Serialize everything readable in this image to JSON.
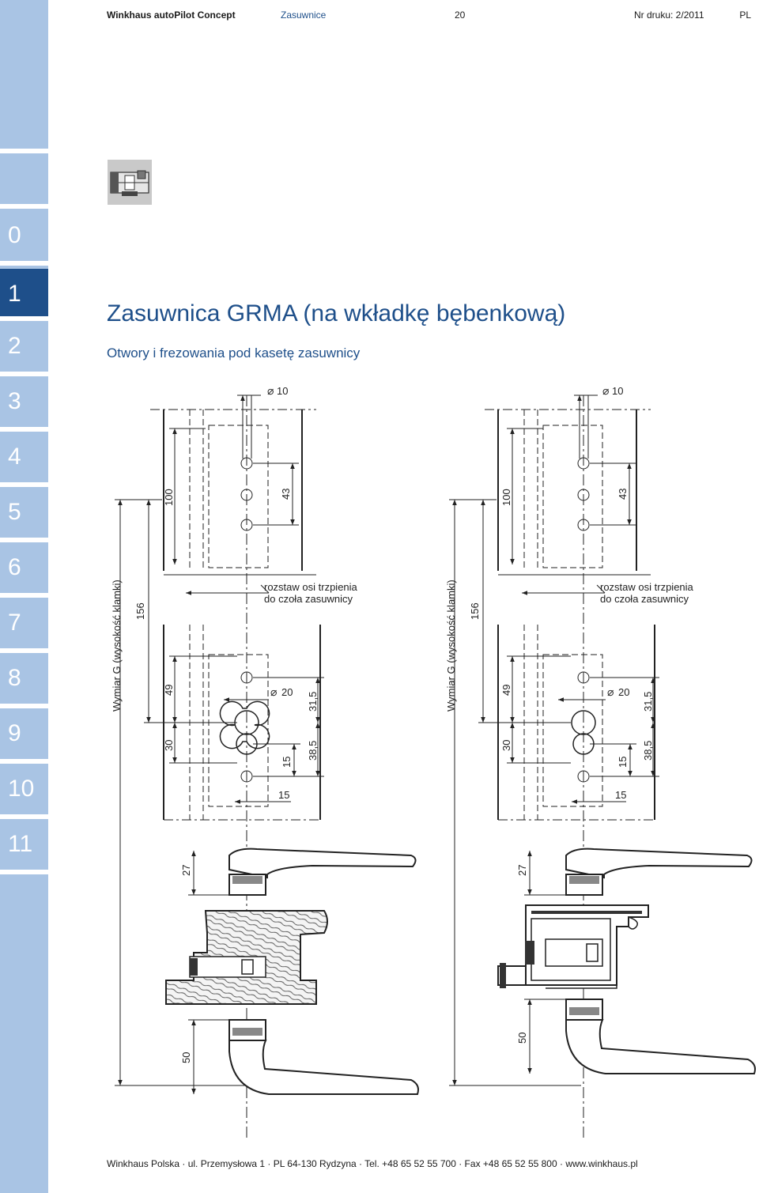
{
  "header": {
    "brand": "Winkhaus autoPilot Concept",
    "section": "Zasuwnice",
    "page_number": "20",
    "print_ref": "Nr druku: 2/2011",
    "lang": "PL"
  },
  "sidebar": {
    "tabs": [
      {
        "label": "0",
        "active": false
      },
      {
        "label": "1",
        "active": true
      },
      {
        "label": "2",
        "active": false
      },
      {
        "label": "3",
        "active": false
      },
      {
        "label": "4",
        "active": false
      },
      {
        "label": "5",
        "active": false
      },
      {
        "label": "6",
        "active": false
      },
      {
        "label": "7",
        "active": false
      },
      {
        "label": "8",
        "active": false
      },
      {
        "label": "9",
        "active": false
      },
      {
        "label": "10",
        "active": false
      },
      {
        "label": "11",
        "active": false
      }
    ],
    "active_color": "#1e4f8a",
    "inactive_color": "#a9c4e4"
  },
  "page": {
    "title": "Zasuwnica GRMA (na wkładkę bębenkową)",
    "subtitle": "Otwory i frezowania pod kasetę zasuwnicy"
  },
  "drawing": {
    "dia_top": "10",
    "dim_100": "100",
    "dim_43": "43",
    "note_line1": "rozstaw osi trzpienia",
    "note_line2": "do czoła zasuwnicy",
    "wymiar": "Wymiar G (wysokość klamki)",
    "dim_156": "156",
    "dim_49": "49",
    "dia_20": "20",
    "dim_31_5": "31,5",
    "dim_30": "30",
    "dim_15a": "15",
    "dim_38_5": "38,5",
    "dim_15b": "15",
    "dim_27": "27",
    "dim_50": "50"
  },
  "footer": {
    "text": "Winkhaus Polska · ul. Przemysłowa 1 · PL 64-130 Rydzyna · Tel. +48 65 52 55 700 · Fax +48 65 52 55 800 · www.winkhaus.pl"
  }
}
